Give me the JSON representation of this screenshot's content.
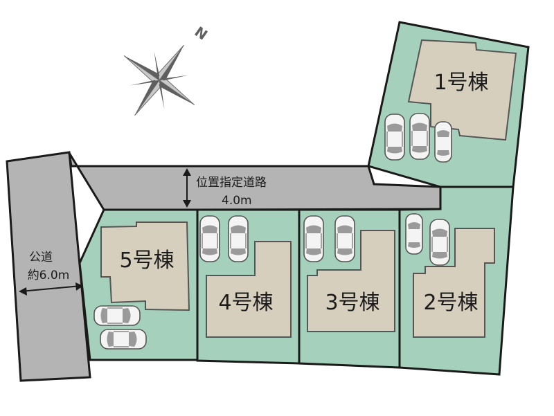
{
  "buildings": {
    "b1": "1号棟",
    "b2": "2号棟",
    "b3": "3号棟",
    "b4": "4号棟",
    "b5": "5号棟"
  },
  "private_road": {
    "name": "位置指定道路",
    "width": "4.0m"
  },
  "public_road": {
    "name": "公道",
    "width": "約6.0m"
  },
  "compass": {
    "north_letter": "N"
  },
  "colors": {
    "lot": "#a5d0bb",
    "building": "#d6cfbd",
    "road": "#b4b4b4"
  }
}
